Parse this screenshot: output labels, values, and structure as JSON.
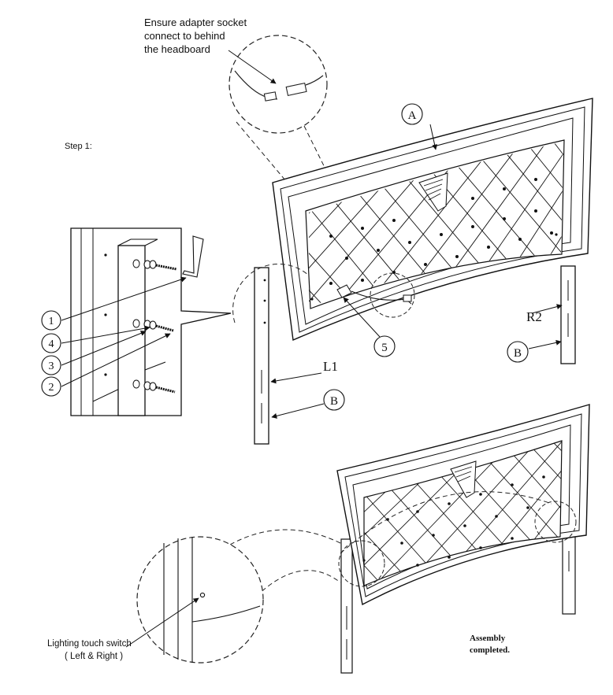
{
  "callouts": {
    "adapter_line1": "Ensure adapter socket",
    "adapter_line2": "connect to behind",
    "adapter_line3": "the headboard",
    "step": "Step 1:",
    "switch_line1": "Lighting touch switch",
    "switch_line2": "( Left & Right )",
    "completed_line1": "Assembly",
    "completed_line2": "completed."
  },
  "labels": {
    "A": "A",
    "B_left": "B",
    "B_right": "B",
    "L1": "L1",
    "R2": "R2",
    "n1": "1",
    "n2": "2",
    "n3": "3",
    "n4": "4",
    "n5": "5"
  }
}
